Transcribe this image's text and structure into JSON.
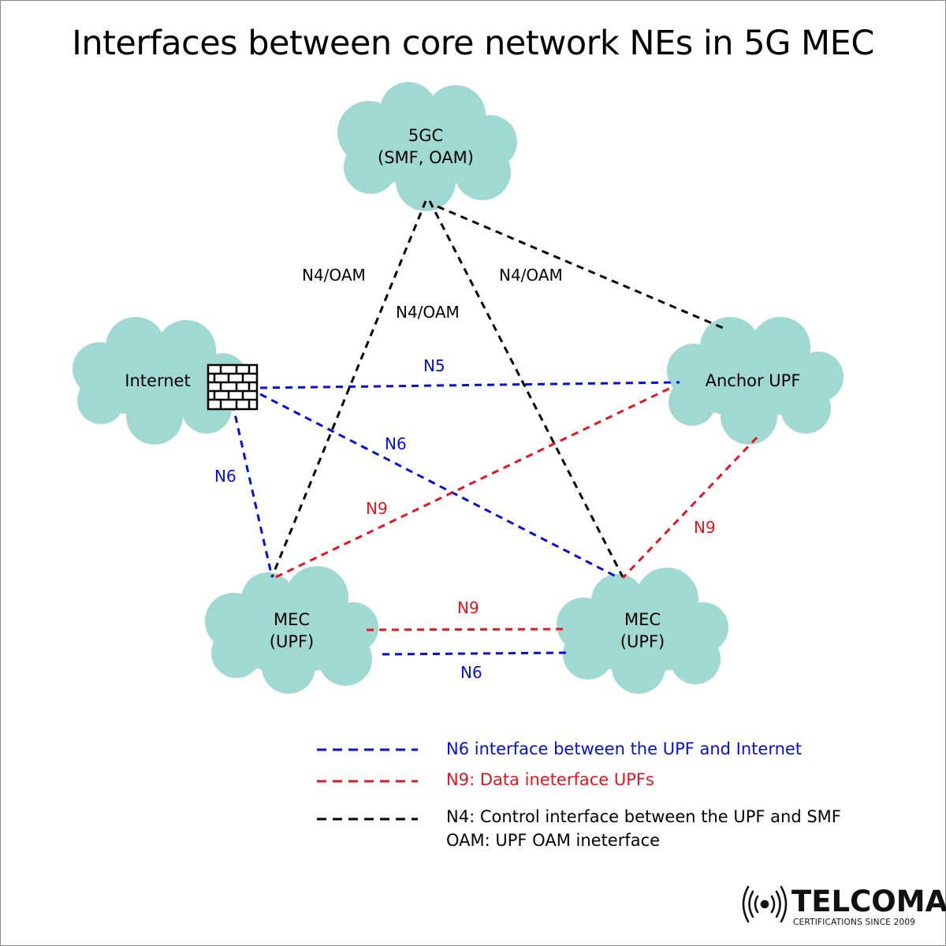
{
  "title": "Interfaces between core network NEs in 5G MEC",
  "colors": {
    "cloud": "#a0d8d2",
    "n6": "#0010e0",
    "n9": "#e8141c",
    "n4": "#000000"
  },
  "nodes": {
    "core": {
      "line1": "5GC",
      "line2": "(SMF, OAM)"
    },
    "internet": {
      "label": "Internet"
    },
    "anchor": {
      "label": "Anchor UPF"
    },
    "mec_left": {
      "line1": "MEC",
      "line2": "(UPF)"
    },
    "mec_right": {
      "line1": "MEC",
      "line2": "(UPF)"
    }
  },
  "icons": {
    "firewall": "firewall-icon",
    "logo": "antenna-signal-icon"
  },
  "edge_labels": {
    "n4_left": "N4/OAM",
    "n4_middle": "N4/OAM",
    "n4_right": "N4/OAM",
    "n5": "N5",
    "n6_diag": "N6",
    "n6_left": "N6",
    "n9_diag": "N9",
    "n9_right": "N9",
    "n9_bottom": "N9",
    "n6_bottom": "N6"
  },
  "legend": {
    "n6": "N6 interface between the UPF and Internet",
    "n9": "N9: Data ineterface UPFs",
    "n4": "N4: Control interface between the UPF and SMF",
    "oam": "OAM: UPF OAM ineterface"
  },
  "logo": {
    "name": "TELCOMA",
    "tagline": "CERTIFICATIONS SINCE 2009"
  }
}
